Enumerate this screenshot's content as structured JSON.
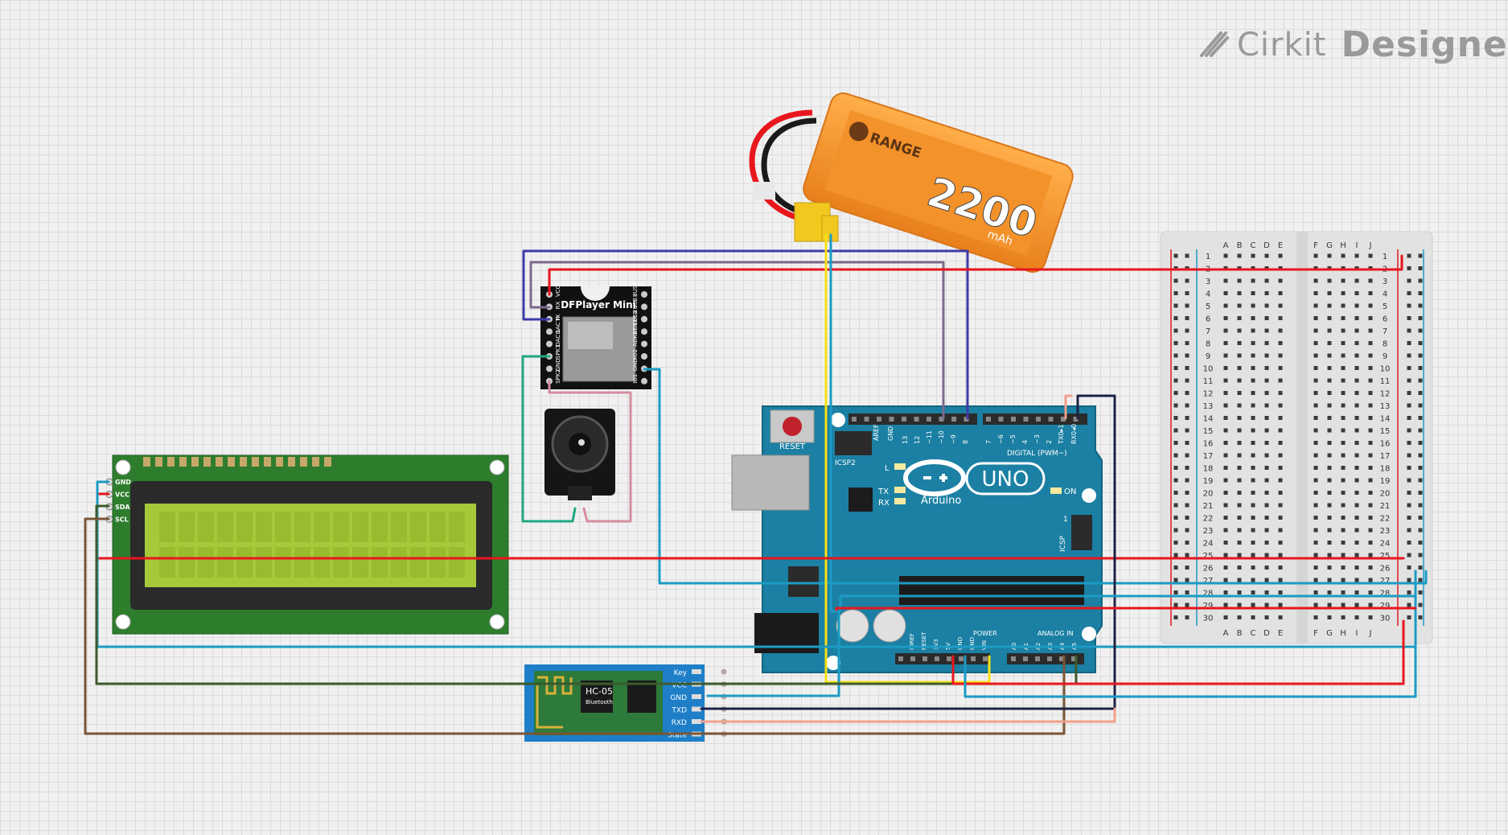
{
  "logo": {
    "brand": "Cirkit",
    "product": "Designer",
    "icon": "cirkit-pen-icon"
  },
  "battery": {
    "brand": "RANGE",
    "capacity": "2200",
    "unit": "mAh"
  },
  "dfplayer": {
    "title": "DFPlayer Mini",
    "left_pins": [
      "VCC",
      "RX",
      "TX",
      "DAC R",
      "DAC L",
      "SPK1",
      "GND",
      "SPK2"
    ],
    "right_pins": [
      "BUSY",
      "USB -",
      "USB +",
      "ADKEY 2",
      "ADKEY 1",
      "IO2",
      "GND",
      "IO1"
    ]
  },
  "lcd": {
    "pins": [
      "GND",
      "VCC",
      "SDA",
      "SCL"
    ]
  },
  "hc05": {
    "title": "HC-05",
    "subtitle": "Bluetooth",
    "pins": [
      "Key",
      "VCC",
      "GND",
      "TXD",
      "RXD",
      "State"
    ]
  },
  "arduino": {
    "reset_label": "RESET",
    "aref": "AREF",
    "gnd": "GND",
    "digital_pins": [
      "13",
      "12",
      "~11",
      "~10",
      "~9",
      "8",
      "7",
      "~6",
      "~5",
      "4",
      "~3",
      "2",
      "TX0▸1",
      "RX0◂0"
    ],
    "digital_label": "DIGITAL (PWM~)",
    "icsp2": "ICSP2",
    "l_label": "L",
    "tx_label": "TX",
    "rx_label": "RX",
    "brand": "Arduino",
    "model": "UNO",
    "on_label": "ON",
    "icsp": "ICSP",
    "icsp_num": "1",
    "power_label": "POWER",
    "power_pins": [
      "IOREF",
      "RESET",
      "3V3",
      "5V",
      "GND",
      "GND",
      "VIN"
    ],
    "analog_label": "ANALOG IN",
    "analog_pins": [
      "A0",
      "A1",
      "A2",
      "A3",
      "A4",
      "A5"
    ]
  },
  "breadboard": {
    "cols_left": [
      "A",
      "B",
      "C",
      "D",
      "E"
    ],
    "cols_right": [
      "F",
      "G",
      "H",
      "I",
      "J"
    ],
    "rows": 30
  },
  "colors": {
    "red": "#e8161d",
    "yellow": "#f7e116",
    "cyan": "#1c9bc4",
    "navy": "#1c2244",
    "blue": "#3d3ba8",
    "purple": "#7b6a8c",
    "green": "#21a882",
    "pink": "#d48d9e",
    "salmon": "#f0a08a",
    "darkgreen": "#3c5a2c",
    "brown": "#7a5534",
    "arduino": "#1b80a3",
    "lcd_board": "#2d7d2d",
    "lcd_screen": "#a6c93a"
  }
}
